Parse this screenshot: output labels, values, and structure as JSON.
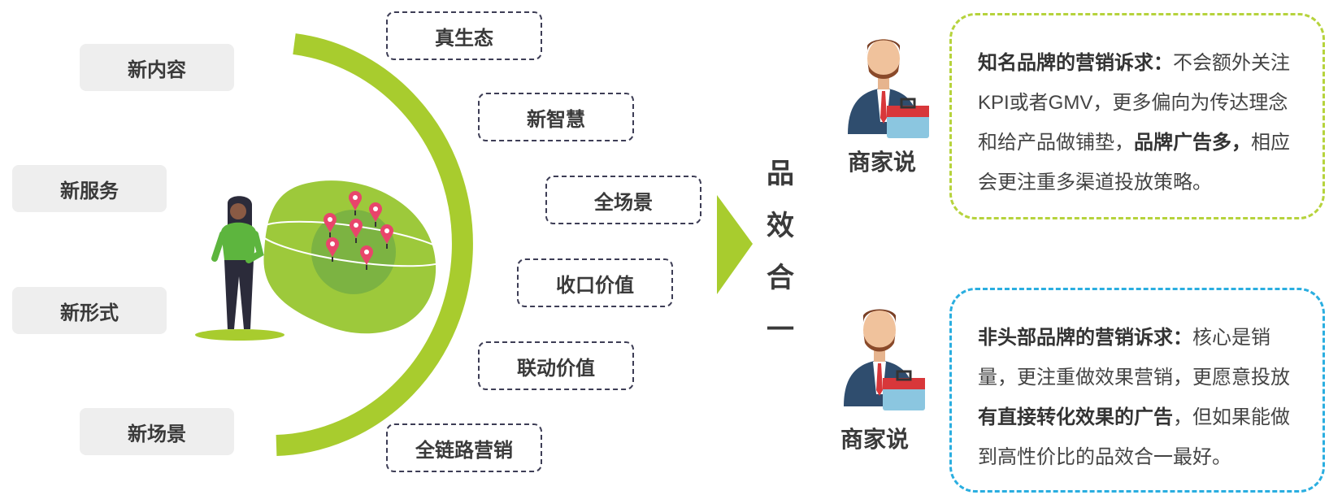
{
  "left_items": [
    "新内容",
    "新服务",
    "新形式",
    "新场景"
  ],
  "arc_items": [
    "真生态",
    "新智慧",
    "全场景",
    "收口价值",
    "联动价值",
    "全链路营销"
  ],
  "center_label": [
    "品",
    "效",
    "合",
    "一"
  ],
  "merchants": [
    {
      "label": "商家说",
      "quote_lead": "知名品牌的营销诉求：",
      "quote_part1": "不会额外关注KPI或者GMV，更多偏向为传达理念和给产品做铺垫，",
      "quote_bold": "品牌广告多，",
      "quote_part2": "相应会更注重多渠道投放策略。"
    },
    {
      "label": "商家说",
      "quote_lead": "非头部品牌的营销诉求：",
      "quote_part1": "核心是销量，更注重做效果营销，更愿意投放",
      "quote_bold": "有直接转化效果的广告",
      "quote_part2": "，但如果能做到高性价比的品效合一最好。"
    }
  ],
  "colors": {
    "green": "#a8cc2e",
    "blob": "#9dc93b",
    "dash_dark": "#3d3d55",
    "gray_box": "#eeeeee",
    "blue_dash": "#2aaee0",
    "pin": "#e8456b"
  }
}
